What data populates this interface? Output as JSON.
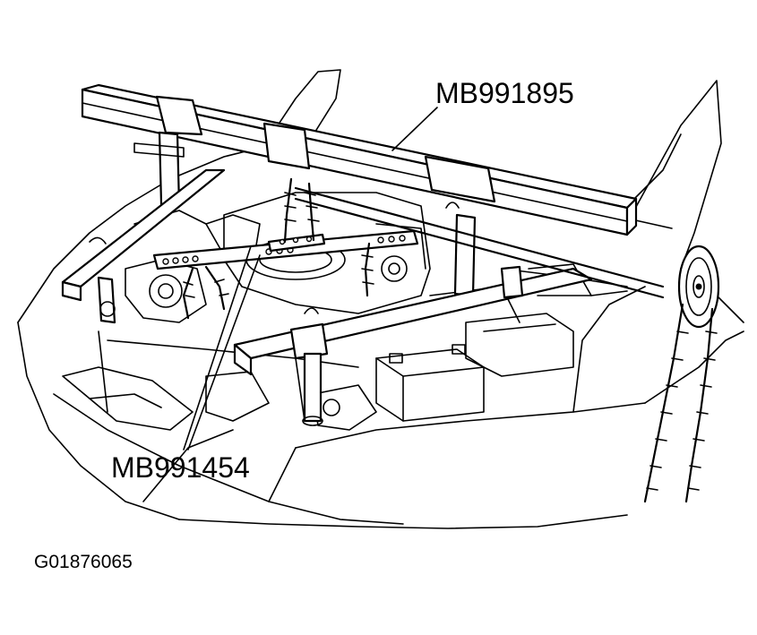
{
  "figure": {
    "figure_id": "G01876065",
    "callouts": {
      "lifting_beam_tool": "MB991895",
      "engine_hanger_plate_tool": "MB991454"
    }
  },
  "colors": {
    "line": "#000000",
    "background": "#ffffff"
  }
}
